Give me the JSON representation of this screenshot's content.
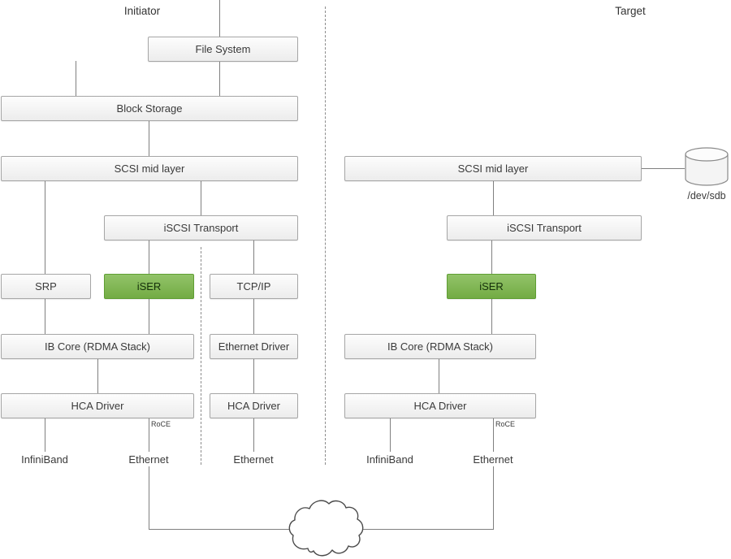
{
  "headers": {
    "initiator": "Initiator",
    "target": "Target"
  },
  "initiator": {
    "boxes": {
      "file_system": "File System",
      "block_storage": "Block Storage",
      "scsi_mid_layer": "SCSI mid layer",
      "iscsi_transport": "iSCSI Transport",
      "srp": "SRP",
      "iser": "iSER",
      "tcp_ip": "TCP/IP",
      "ib_core": "IB Core (RDMA Stack)",
      "ethernet_driver": "Ethernet Driver",
      "hca_driver_rdma": "HCA Driver",
      "hca_driver_eth": "HCA Driver"
    },
    "labels": {
      "roce": "RoCE",
      "infiniband": "InfiniBand",
      "ethernet_roce": "Ethernet",
      "ethernet_tcp": "Ethernet"
    }
  },
  "target": {
    "boxes": {
      "scsi_mid_layer": "SCSI mid layer",
      "iscsi_transport": "iSCSI Transport",
      "iser": "iSER",
      "ib_core": "IB Core (RDMA Stack)",
      "hca_driver": "HCA Driver"
    },
    "labels": {
      "roce": "RoCE",
      "infiniband": "InfiniBand",
      "ethernet": "Ethernet",
      "device": "/dev/sdb"
    }
  },
  "colors": {
    "box_border": "#a6a6a6",
    "iser_fill": "#7ab648",
    "iser_border": "#5f9e33",
    "line": "#808080"
  }
}
